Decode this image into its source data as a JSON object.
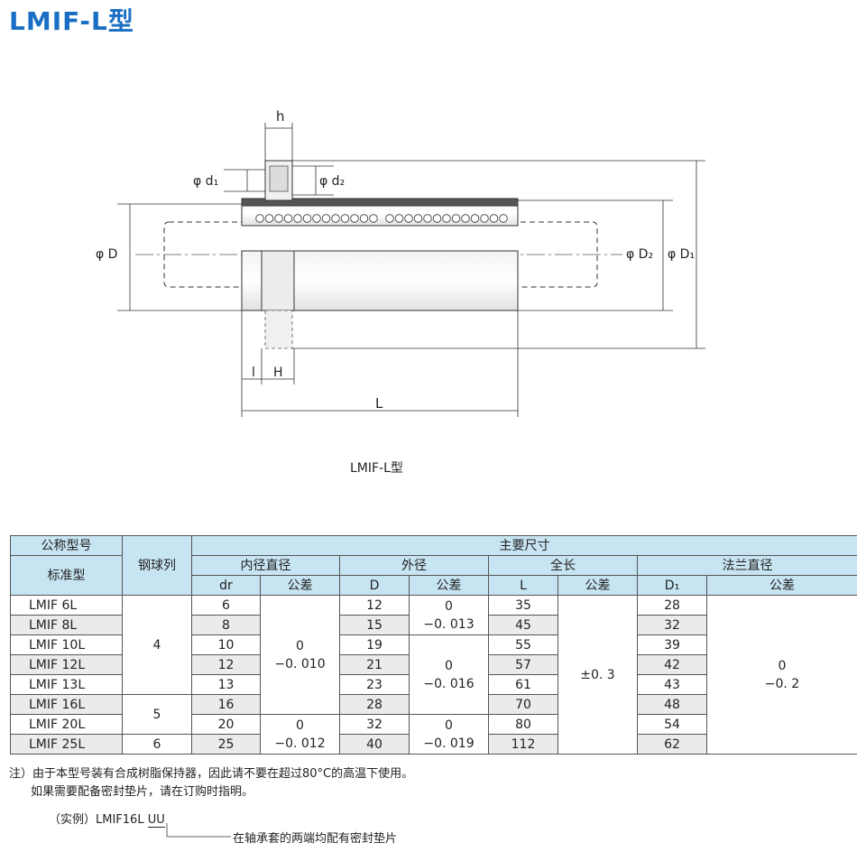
{
  "title": "LMIF-L型",
  "drawing_labels": {
    "h": "h",
    "d1": "φ d₁",
    "d2": "φ d₂",
    "D": "φ D",
    "D2": "φ D₂",
    "D1": "φ D₁",
    "l": "l",
    "H": "H",
    "L": "L"
  },
  "caption": "LMIF-L型",
  "table": {
    "h_model": "公称型号",
    "h_model_std": "标准型",
    "h_balls": "钢球列",
    "h_main": "主要尺寸",
    "h_inner": "内径直径",
    "h_outer": "外径",
    "h_length": "全长",
    "h_flange": "法兰直径",
    "h_dr": "dr",
    "h_tol1": "公差",
    "h_D": "D",
    "h_tol2": "公差",
    "h_L": "L",
    "h_tol3": "公差",
    "h_D1": "D₁",
    "h_tol4": "公差",
    "rows": [
      {
        "model": "LMIF  6L",
        "dr": "6",
        "D": "12",
        "L": "35",
        "D1": "28"
      },
      {
        "model": "LMIF  8L",
        "dr": "8",
        "D": "15",
        "L": "45",
        "D1": "32"
      },
      {
        "model": "LMIF  10L",
        "dr": "10",
        "D": "19",
        "L": "55",
        "D1": "39"
      },
      {
        "model": "LMIF  12L",
        "dr": "12",
        "D": "21",
        "L": "57",
        "D1": "42"
      },
      {
        "model": "LMIF  13L",
        "dr": "13",
        "D": "23",
        "L": "61",
        "D1": "43"
      },
      {
        "model": "LMIF  16L",
        "dr": "16",
        "D": "28",
        "L": "70",
        "D1": "48"
      },
      {
        "model": "LMIF  20L",
        "dr": "20",
        "D": "32",
        "L": "80",
        "D1": "54"
      },
      {
        "model": "LMIF  25L",
        "dr": "25",
        "D": "40",
        "L": "112",
        "D1": "62"
      }
    ],
    "balls": [
      "4",
      "5",
      "6"
    ],
    "tol_dr_a_top": "0",
    "tol_dr_a_bot": "−0. 010",
    "tol_dr_b_top": "0",
    "tol_dr_b_bot": "−0. 012",
    "tol_D_a_top": "0",
    "tol_D_a_bot": "−0. 013",
    "tol_D_b_top": "0",
    "tol_D_b_bot": "−0. 016",
    "tol_D_c_top": "0",
    "tol_D_c_bot": "−0. 019",
    "tol_L": "±0. 3",
    "tol_D1_top": "0",
    "tol_D1_bot": "−0. 2"
  },
  "notes": {
    "line1": "注）由于本型号装有合成树脂保持器，因此请不要在超过80°C的高温下使用。",
    "line2": "如果需要配备密封垫片，请在订购时指明。",
    "example_prefix": "（实例）LMIF16L ",
    "example_suffix": "UU",
    "example_desc": "在轴承套的两端均配有密封垫片"
  }
}
